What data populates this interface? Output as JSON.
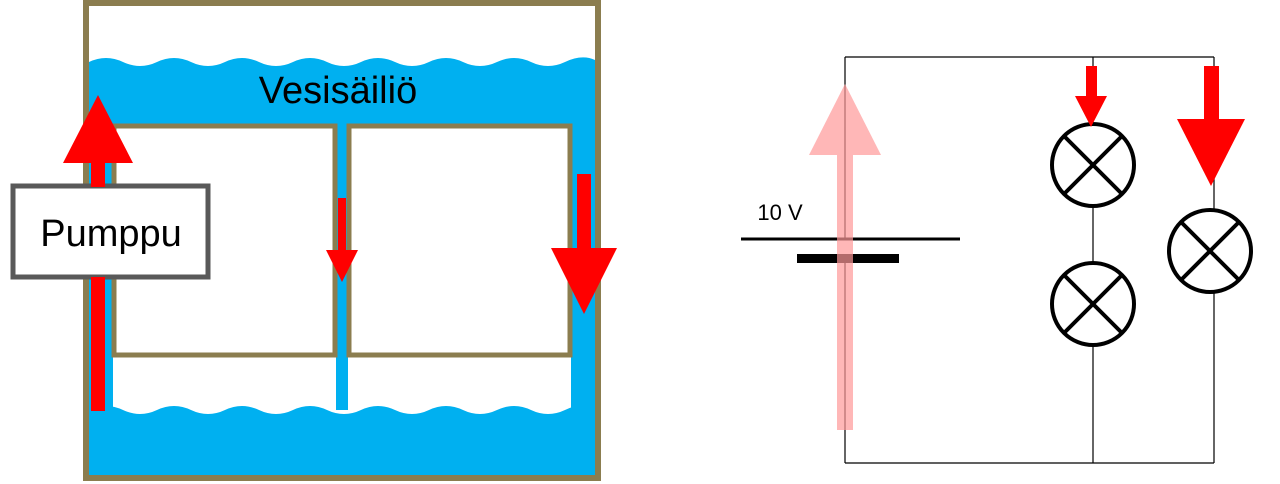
{
  "water_model": {
    "tank_label": "Vesisäiliö",
    "pump_label": "Pumppu",
    "colors": {
      "frame": "#8b7d4f",
      "water": "#00b0f0",
      "arrow": "#ff0000"
    }
  },
  "circuit": {
    "battery_label": "10 V",
    "colors": {
      "wire": "#000000",
      "arrow_faded": "#ff9999",
      "arrow": "#ff0000"
    }
  }
}
